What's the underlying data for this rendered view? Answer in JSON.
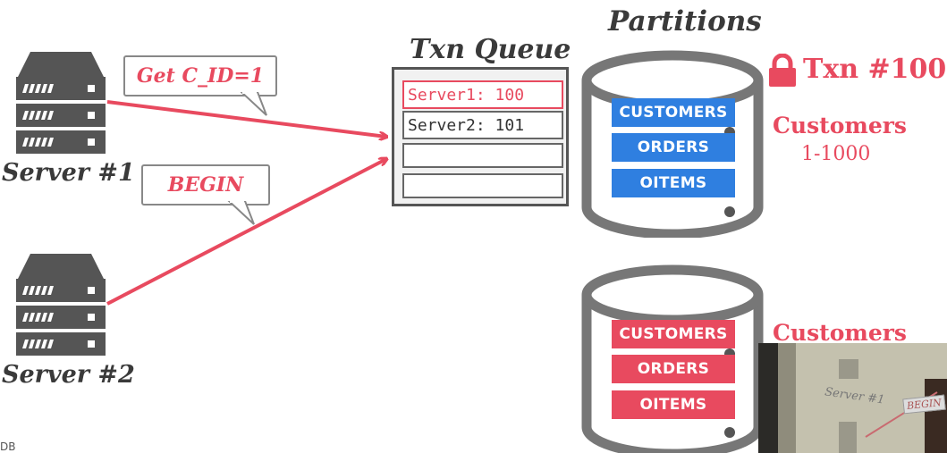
{
  "colors": {
    "accent_red": "#e84a5f",
    "accent_blue": "#2f7fe0",
    "gray": "#6b6b6b"
  },
  "servers": [
    {
      "caption": "Server #1",
      "bubble": "Get C_ID=1"
    },
    {
      "caption": "Server #2",
      "bubble": "BEGIN"
    }
  ],
  "queue": {
    "title": "Txn Queue",
    "slots": [
      "Server1: 100",
      "Server2: 101",
      "",
      ""
    ]
  },
  "partitions": {
    "title": "Partitions",
    "lock_label": "Txn #100",
    "p1": {
      "tables": [
        "CUSTOMERS",
        "ORDERS",
        "OITEMS"
      ],
      "range_title": "Customers",
      "range": "1-1000"
    },
    "p2": {
      "tables": [
        "CUSTOMERS",
        "ORDERS",
        "OITEMS"
      ],
      "range_title": "Customers"
    }
  },
  "footer_fragment": "DB",
  "video_inset": {
    "caption_fragment": "Server #1",
    "bubble_fragment": "BEGIN"
  }
}
